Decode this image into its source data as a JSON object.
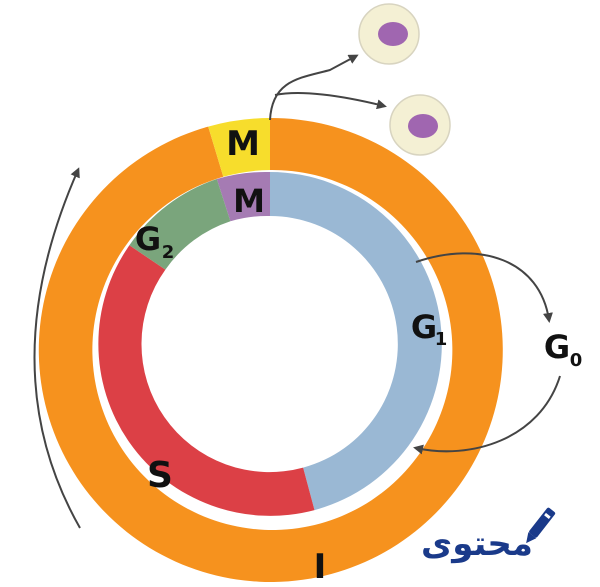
{
  "outer_ring": {
    "phases": [
      {
        "key": "M",
        "label": "M",
        "color": "#f7dd2c"
      },
      {
        "key": "I",
        "label": "I",
        "color": "#f6921e"
      }
    ]
  },
  "inner_ring": {
    "phases": [
      {
        "key": "M",
        "label": "M",
        "color": "#a57bb3"
      },
      {
        "key": "G1",
        "label": "G",
        "sub": "1",
        "color": "#9ab8d4"
      },
      {
        "key": "S",
        "label": "S",
        "color": "#dc4046"
      },
      {
        "key": "G2",
        "label": "G",
        "sub": "2",
        "color": "#7aa57c"
      }
    ]
  },
  "g0": {
    "label": "G",
    "sub": "0"
  },
  "cells": {
    "cytoplasm_color": "#f4f0d4",
    "nucleus_color": "#a066b0"
  },
  "arrow_color": "#444444",
  "logo": {
    "text": "محتوى",
    "color": "#1a3a8a"
  }
}
